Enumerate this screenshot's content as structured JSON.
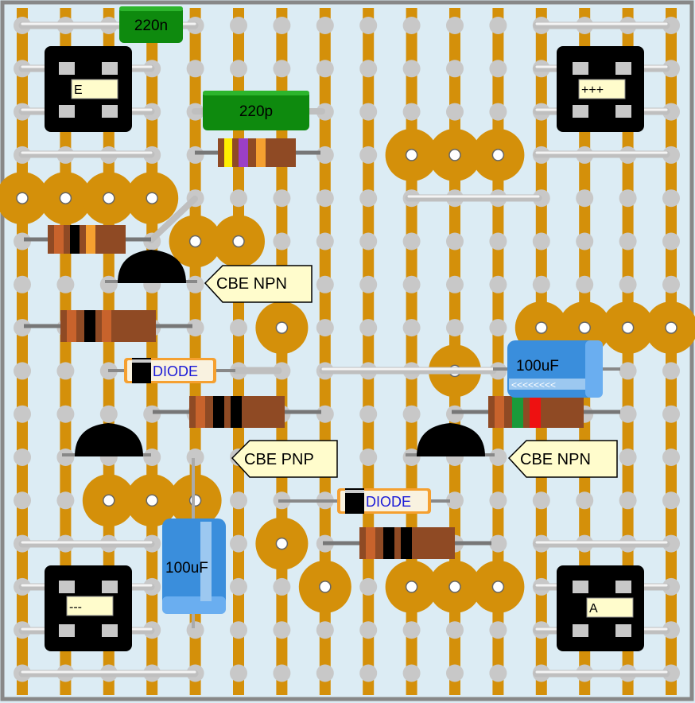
{
  "board": {
    "colors": {
      "background": "#dcecf4",
      "copper": "#d4900a",
      "hole": "#c8c8c8",
      "wire": "#e8e8e8",
      "frame": "#888888"
    }
  },
  "capacitors": {
    "cap_220n": {
      "label": "220n",
      "color": "#0e8a0e"
    },
    "cap_220p": {
      "label": "220p",
      "color": "#0e8a0e"
    },
    "elec_right": {
      "label": "100uF",
      "color": "#3a8edc"
    },
    "elec_left": {
      "label": "100uF",
      "color": "#3a8edc"
    }
  },
  "diodes": {
    "diode_top": {
      "label": "DIODE"
    },
    "diode_bottom": {
      "label": "DIODE"
    }
  },
  "transistors": {
    "q1": {
      "label": "CBE NPN"
    },
    "q2": {
      "label": "CBE PNP"
    },
    "q3": {
      "label": "CBE NPN"
    }
  },
  "connectors": {
    "top_left": {
      "label": "E"
    },
    "top_right": {
      "label": "+++"
    },
    "bottom_left": {
      "label": "---"
    },
    "bottom_right": {
      "label": "A"
    }
  }
}
